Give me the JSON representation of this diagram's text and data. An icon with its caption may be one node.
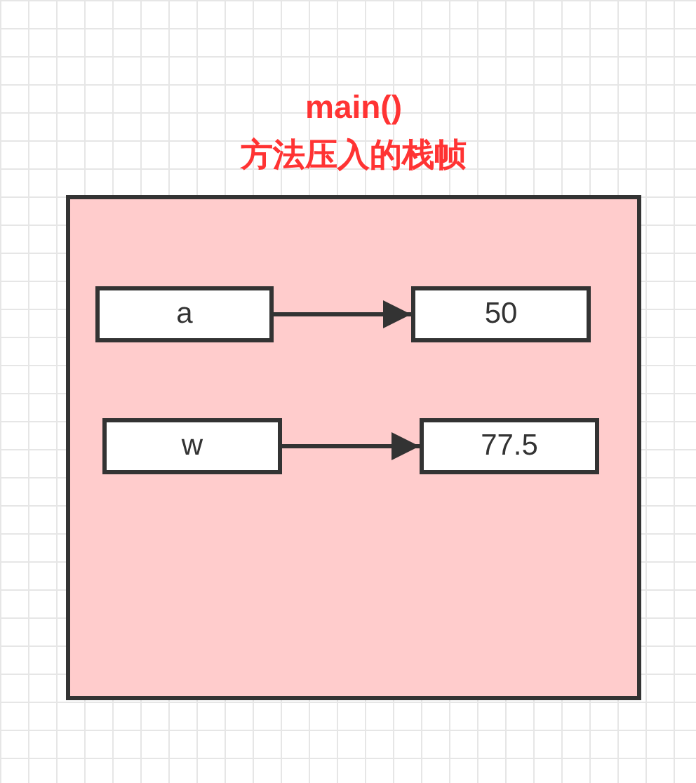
{
  "diagram": {
    "nodes": [
      {
        "text": [
          "main()",
          "方法压入的栈帧"
        ]
      },
      {
        "text": [
          "a"
        ],
        "in": 0
      },
      {
        "text": [
          "50"
        ],
        "in": 0
      },
      {
        "text": [
          "w"
        ],
        "in": 0
      },
      {
        "text": [
          "77.5"
        ],
        "in": 0
      }
    ],
    "edges": [
      {
        "from": 1,
        "to": 2,
        "arrow": "to"
      },
      {
        "from": 3,
        "to": 4,
        "arrow": "to"
      }
    ]
  }
}
